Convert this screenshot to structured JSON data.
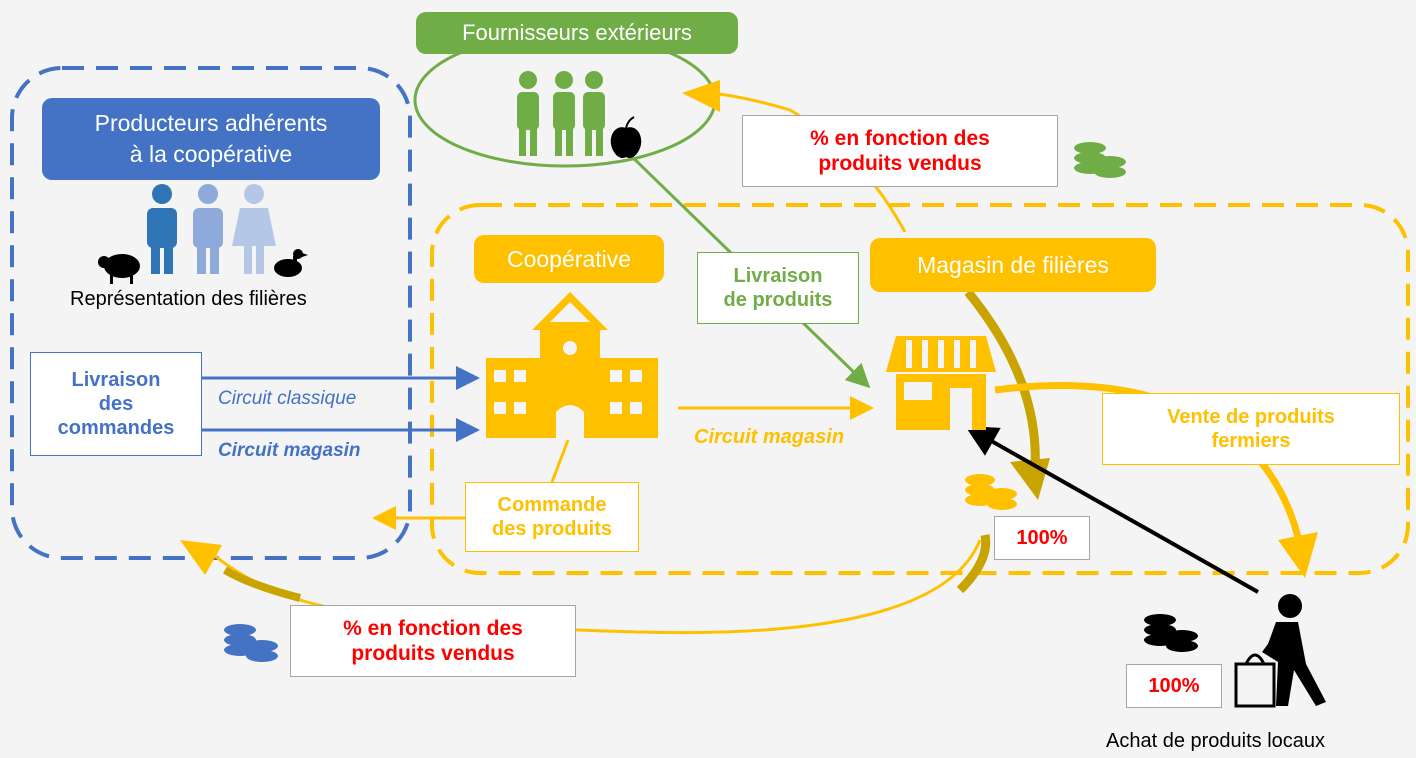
{
  "colors": {
    "blue": "#4472c4",
    "blue_mid": "#8eaadb",
    "blue_light": "#b4c7e7",
    "green": "#70ad47",
    "yellow": "#ffc000",
    "gold": "#c9a400",
    "red": "#ff0000",
    "black": "#000000"
  },
  "producers": {
    "title_line1": "Producteurs adhérents",
    "title_line2": "à la coopérative",
    "caption": "Représentation des filières",
    "delivery_line1": "Livraison",
    "delivery_line2": "des",
    "delivery_line3": "commandes",
    "circuit_classic": "Circuit classique",
    "circuit_shop": "Circuit magasin"
  },
  "suppliers": {
    "title": "Fournisseurs extérieurs",
    "delivery_line1": "Livraison",
    "delivery_line2": "de produits"
  },
  "cooperative": {
    "title": "Coopérative",
    "circuit_shop": "Circuit magasin",
    "order_line1": "Commande",
    "order_line2": "des produits"
  },
  "shop": {
    "title": "Magasin de filières",
    "sale_line1": "Vente de produits",
    "sale_line2": "fermiers",
    "share_top_line1": "% en fonction des",
    "share_top_line2": "produits vendus",
    "share_bottom_line1": "% en fonction des",
    "share_bottom_line2": "produits vendus",
    "percent_shop": "100%"
  },
  "customer": {
    "percent": "100%",
    "caption": "Achat de produits locaux"
  },
  "icons": [
    "people-icon",
    "apple-icon",
    "sheep-icon",
    "duck-icon",
    "building-icon",
    "store-icon",
    "coins-icon",
    "shopper-icon"
  ]
}
